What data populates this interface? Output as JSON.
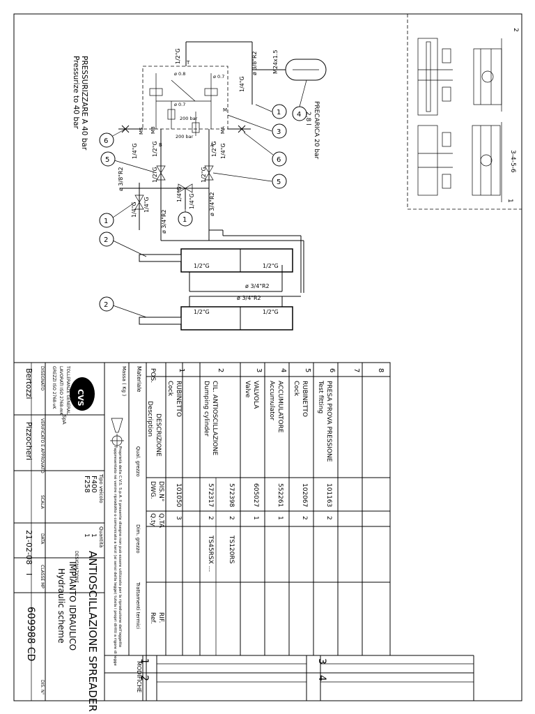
{
  "hydraulic": {
    "pressurize_it": "PRESSURIZZARE A 40 bar",
    "pressurize_en": "Pressurize to 40 bar",
    "precharge": "PRECARICA 20 bar",
    "accum_vol": "2.8 l",
    "accum_thread": "M24x1.5",
    "lbl_1_2g": "1/2\"G",
    "lbl_1_4g": "1/4\"G",
    "lbl_3_8r2": "ø 3/8\"R2",
    "lbl_3_4r2": "ø 3/4\"R2",
    "lbl_200bar": "200 bar",
    "lbl_0_8": "ø 0.8",
    "lbl_0_7": "ø 0.7",
    "lbl_m": "M",
    "lbl_a": "A",
    "lbl_b": "B",
    "lbl_t": "T",
    "lbl_ma": "MA",
    "lbl_mb": "MB",
    "lbl_ms": "MS"
  },
  "balloons": [
    "1",
    "2",
    "3",
    "4",
    "5",
    "6"
  ],
  "detail_label_top": "2",
  "detail_label_mid": "3-4-5-6",
  "detail_label_bot": "1",
  "table": {
    "hdr_pos": "POS.",
    "hdr_desc_it": "DESCRIZIONE",
    "hdr_desc_en": "Description",
    "hdr_dis_it": "DIS.N°",
    "hdr_dis_en": "DWG.",
    "hdr_qta_it": "Q.TA",
    "hdr_qta_en": "Q.ty",
    "hdr_rif_it": "RIF.",
    "hdr_rif_en": "Ref.",
    "rows": [
      {
        "pos": "1",
        "it": "RUBINETTO",
        "en": "Cock",
        "dwg": "101050",
        "qty": "3",
        "ref": ""
      },
      {
        "pos": "2",
        "it": "CIL. ANTIOSCILLAZIONE",
        "en": "Dumping cylinder",
        "dwg": "572317",
        "qty": "2",
        "ref": "TS45RSX ..."
      },
      {
        "pos": "",
        "it": "",
        "en": "",
        "dwg": "572398",
        "qty": "2",
        "ref": "TS120RS"
      },
      {
        "pos": "3",
        "it": "VALVOLA",
        "en": "Valve",
        "dwg": "605027",
        "qty": "1",
        "ref": ""
      },
      {
        "pos": "4",
        "it": "ACCUMULATORE",
        "en": "Accumulator",
        "dwg": "552261",
        "qty": "1",
        "ref": ""
      },
      {
        "pos": "5",
        "it": "RUBINETTO",
        "en": "Cock",
        "dwg": "102067",
        "qty": "2",
        "ref": ""
      },
      {
        "pos": "6",
        "it": "PRESA PROVA PRESSIONE",
        "en": "Test fitting",
        "dwg": "101163",
        "qty": "2",
        "ref": ""
      },
      {
        "pos": "7",
        "it": "",
        "en": "",
        "dwg": "",
        "qty": "",
        "ref": ""
      },
      {
        "pos": "8",
        "it": "",
        "en": "",
        "dwg": "",
        "qty": "",
        "ref": ""
      }
    ]
  },
  "titleblock": {
    "materiale": "Materiale",
    "massa": "Massa ( Kg )",
    "tolleranze": "TOLLERANZE GENERALI",
    "lavorati": "LAVORATI ISO 2768-mK",
    "grezzi": "GREZZI ISO 2768-vK",
    "company": "C.V.S. S.p.A.",
    "company_short": "SpA",
    "designato": "DISEGNATO",
    "verificato": "VERIFICATO E APPROVATO",
    "scala": "SCALA",
    "data_lbl": "DATA",
    "classe": "CLASSE MP",
    "dis_n": "DIS. N°",
    "designer": "Bertozzi",
    "checker": "Pizzocheri",
    "date": "21-02-08",
    "classe_val": "I",
    "drawing_number": "609988 CD",
    "qual_grezzo": "Qual. grezzo",
    "dim_grezzo": "Dim. grezzo",
    "tratt": "Trattamenti termici",
    "tipo_veicolo": "Tipo veicolo",
    "quantita": "Quantità",
    "models": [
      "F400",
      "F258"
    ],
    "qty_vals": [
      "1",
      "1"
    ],
    "property_notice_1": "Proprietà della C.V.S. S.p.A. Il presente disegno non può essere utilizzato per la riproduzione dell'oggetto",
    "property_notice_2": "rappresentato né venire riprodotto o comunicato a terzi (ai sensi della legge) tutela i propri diritti a rigore di legge",
    "designazione": "DESIGNAZIONE",
    "title_main": "ANTIOSCILLAZIONE SPREADER",
    "title_sub_it": "IMPIANTO IDRAULICO",
    "title_sub_en": "Hydraulic scheme",
    "modifiche": "MODIFICHE",
    "mod_nums": [
      "1",
      "2",
      "3",
      "4"
    ]
  }
}
